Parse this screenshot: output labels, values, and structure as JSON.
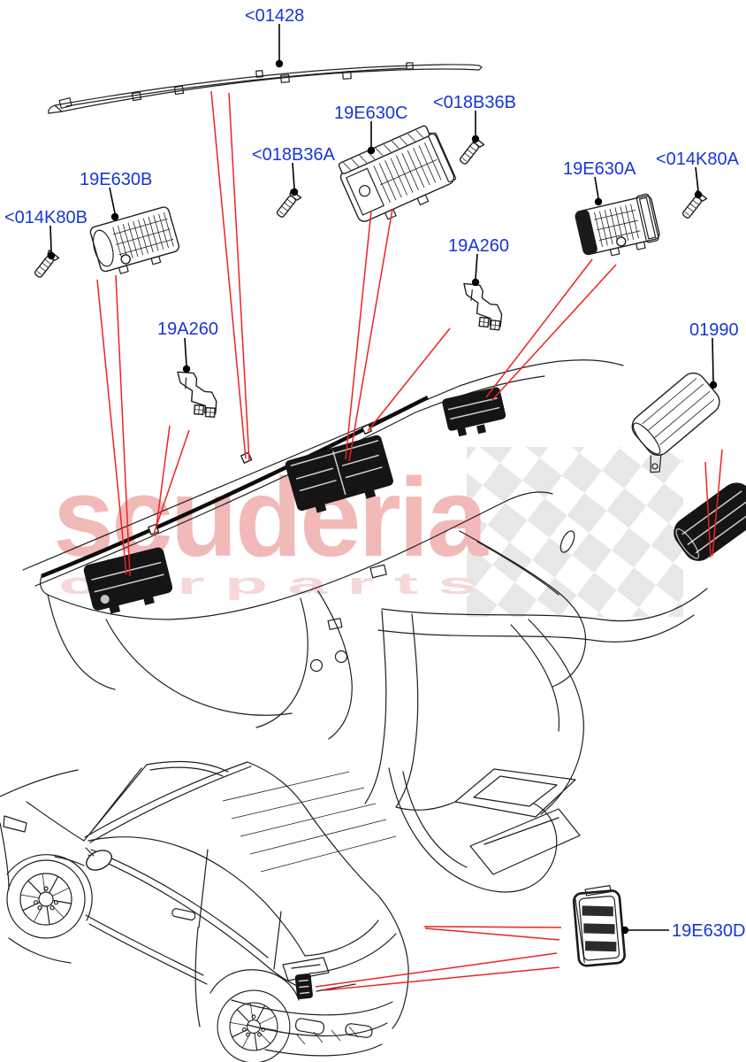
{
  "diagram": {
    "type": "vehicle-parts-exploded-diagram",
    "subject": "Air vents / ducts - instrument panel and body, Range Rover Evoque 3-door"
  },
  "colors": {
    "label_blue": "#1636d9",
    "leader_black": "#000000",
    "reference_red": "#ee2222",
    "line_art": "#1f1f1f",
    "vent_dark_fill": "#151515",
    "watermark_pink": "#f2b9b9",
    "watermark_light_pink": "#f5d8d8",
    "flag_gray": "#e7e7e7",
    "background": "#ffffff"
  },
  "watermark": {
    "brand": "scuderia",
    "subtitle": "c  a  r     p  a  r  t  s"
  },
  "part_labels": [
    {
      "id": "01428",
      "text": "<01428"
    },
    {
      "id": "19E630B",
      "text": "19E630B"
    },
    {
      "id": "014K80B",
      "text": "<014K80B"
    },
    {
      "id": "018B36A",
      "text": "<018B36A"
    },
    {
      "id": "19E630C",
      "text": "19E630C"
    },
    {
      "id": "018B36B",
      "text": "<018B36B"
    },
    {
      "id": "19E630A",
      "text": "19E630A"
    },
    {
      "id": "014K80A",
      "text": "<014K80A"
    },
    {
      "id": "19A260_right",
      "text": "19A260"
    },
    {
      "id": "19A260_left",
      "text": "19A260"
    },
    {
      "id": "01990",
      "text": "01990"
    },
    {
      "id": "19E630D",
      "text": "19E630D"
    }
  ]
}
